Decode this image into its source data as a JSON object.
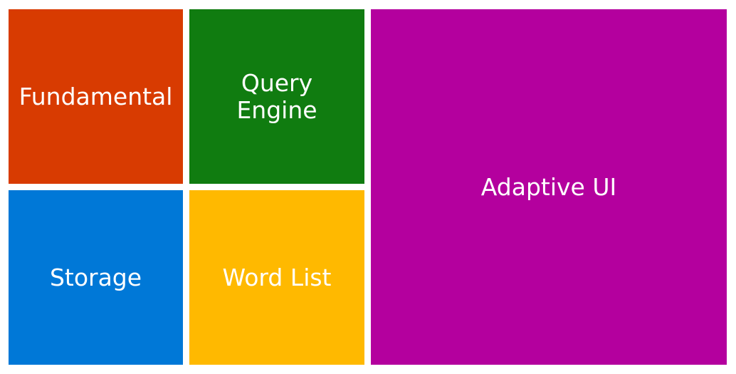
{
  "tiles": {
    "fundamental": {
      "label": "Fundamental",
      "color": "#D83B01"
    },
    "query_engine": {
      "label": "Query\nEngine",
      "color": "#107C10"
    },
    "storage": {
      "label": "Storage",
      "color": "#0078D7"
    },
    "word_list": {
      "label": "Word List",
      "color": "#FFB900"
    },
    "adaptive_ui": {
      "label": "Adaptive UI",
      "color": "#B4009E"
    }
  }
}
